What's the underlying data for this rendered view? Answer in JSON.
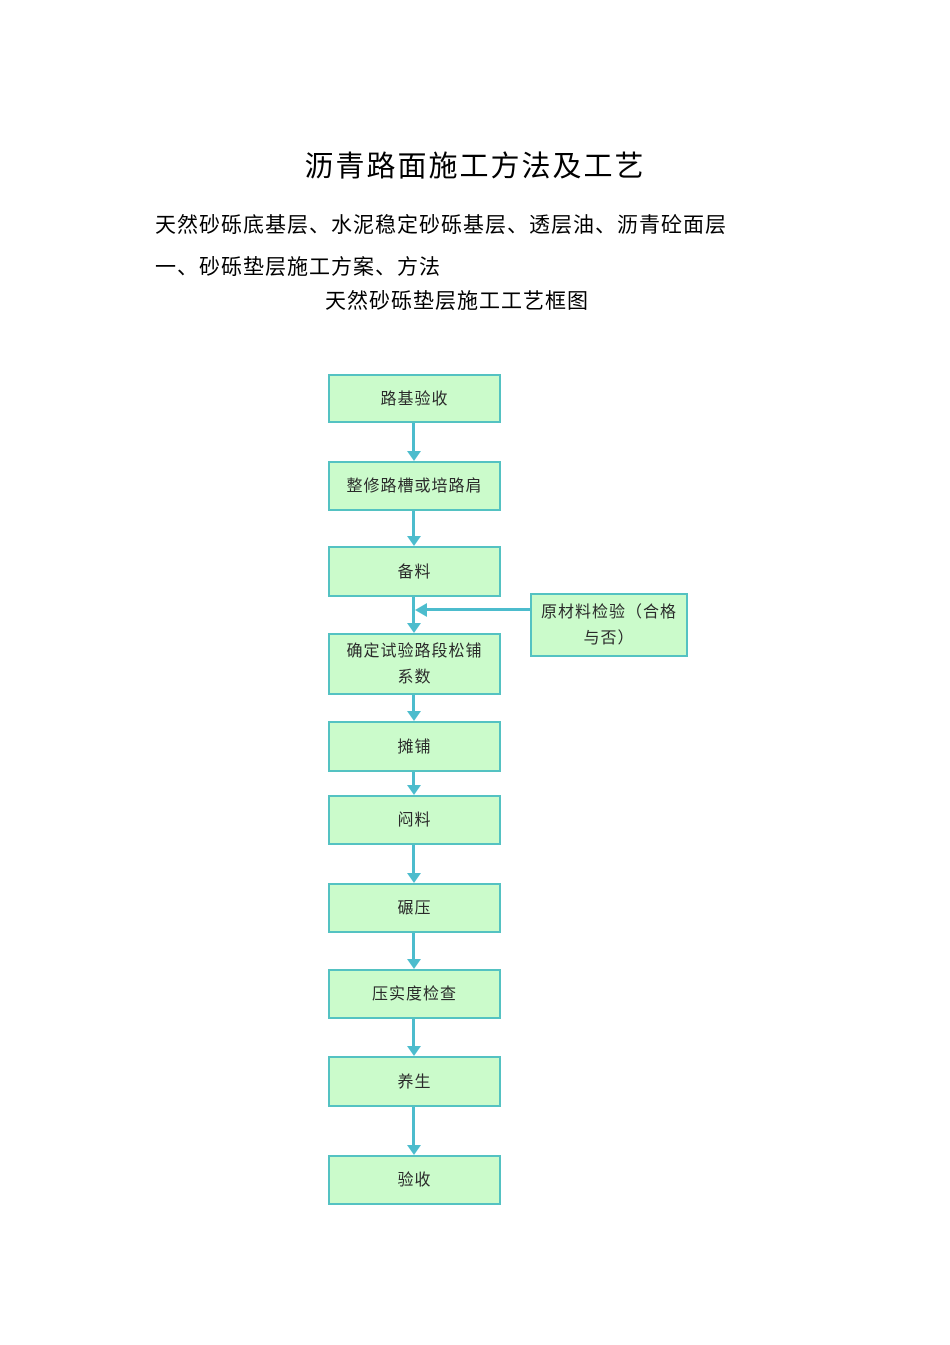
{
  "document": {
    "title": "沥青路面施工方法及工艺",
    "paragraphs": [
      "天然砂砾底基层、水泥稳定砂砾基层、透层油、沥青砼面层",
      "一、砂砾垫层施工方案、方法"
    ],
    "diagram_caption": "天然砂砾垫层施工工艺框图"
  },
  "flowchart": {
    "nodes": [
      {
        "label": "路基验收"
      },
      {
        "label": "整修路槽或培路肩"
      },
      {
        "label": "备料"
      },
      {
        "label": "确定试验路段松铺\n系数"
      },
      {
        "label": "摊铺"
      },
      {
        "label": "闷料"
      },
      {
        "label": "碾压"
      },
      {
        "label": "压实度检查"
      },
      {
        "label": "养生"
      },
      {
        "label": "验收"
      }
    ],
    "side_node": {
      "label": "原材料检验（合格\n与否）"
    },
    "colors": {
      "node_fill": "#cbfbcb",
      "node_border": "#54c2c2",
      "arrow": "#4cbccd"
    }
  }
}
